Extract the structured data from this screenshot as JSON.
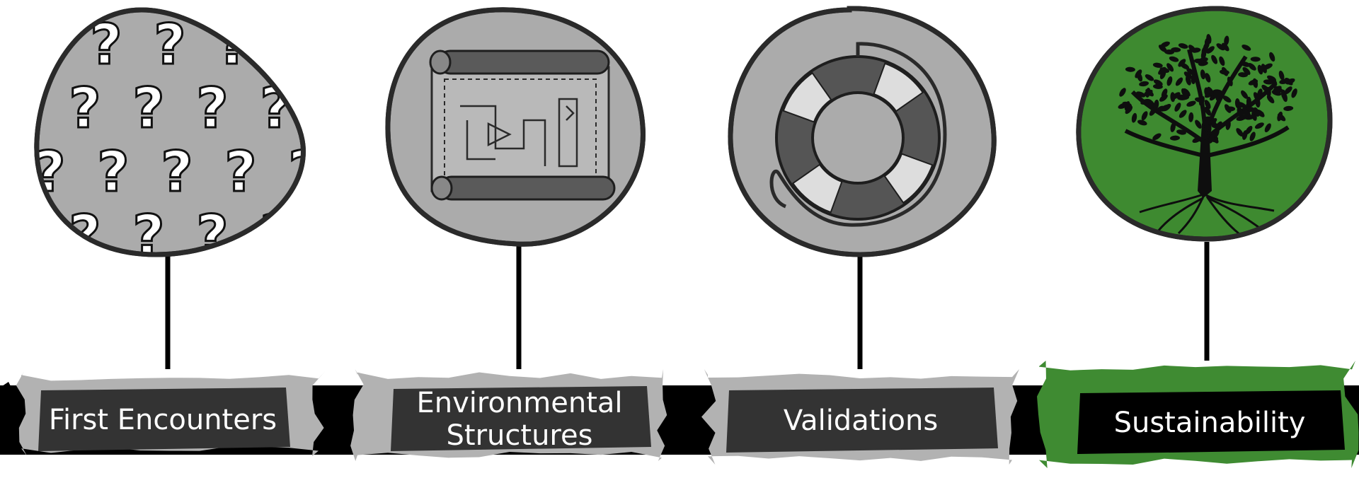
{
  "colors": {
    "background": "#ffffff",
    "band": "#000000",
    "stone": "#ababab",
    "outline": "#2a2a2a",
    "label_box": "#333333",
    "label_box_active": "#000000",
    "brush_inactive": "#b2b2b2",
    "brush_active": "#3f8b32",
    "tree_fill": "#3e8a30",
    "label_text": "#ffffff"
  },
  "steps": [
    {
      "label_lines": [
        "First Encounters"
      ],
      "icon": "question-marks-icon",
      "active": false
    },
    {
      "label_lines": [
        "Environmental",
        "Structures"
      ],
      "icon": "blueprint-scroll-icon",
      "active": false
    },
    {
      "label_lines": [
        "Validations"
      ],
      "icon": "life-ring-icon",
      "active": false
    },
    {
      "label_lines": [
        "Sustainability"
      ],
      "icon": "tree-icon",
      "active": true
    }
  ]
}
